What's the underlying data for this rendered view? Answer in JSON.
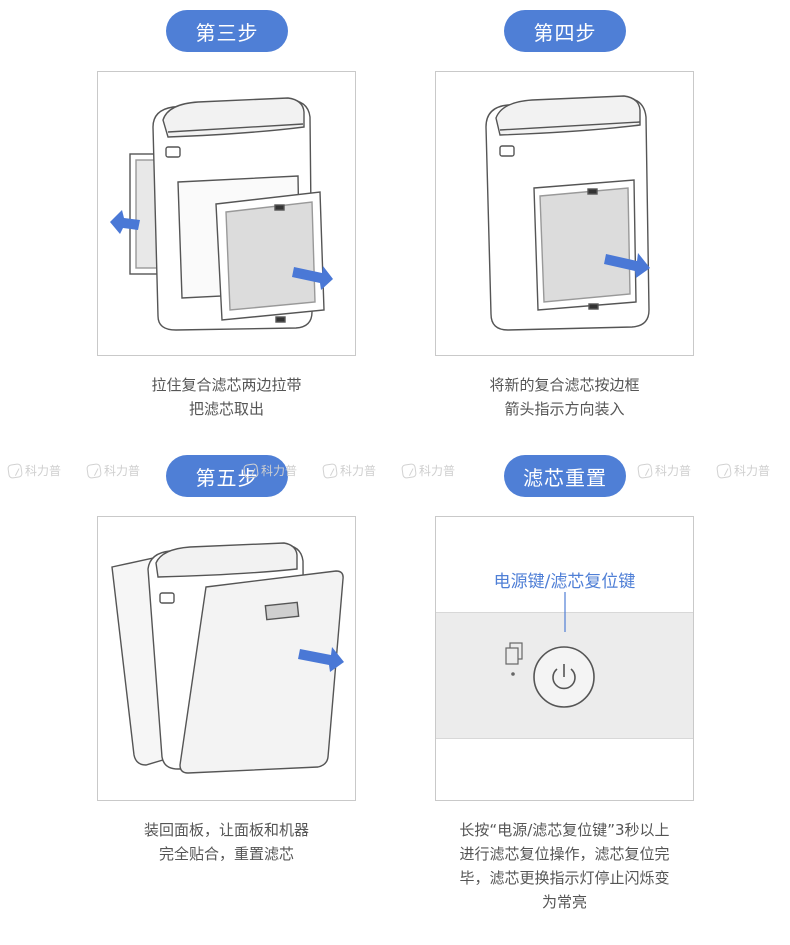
{
  "steps": [
    {
      "title": "第三步",
      "caption": [
        "拉住复合滤芯两边拉带",
        "把滤芯取出"
      ]
    },
    {
      "title": "第四步",
      "caption": [
        "将新的复合滤芯按边框",
        "箭头指示方向装入"
      ]
    },
    {
      "title": "第五步",
      "caption": [
        "装回面板，让面板和机器",
        "完全贴合，重置滤芯"
      ]
    },
    {
      "title": "滤芯重置",
      "caption": [
        "长按“电源/滤芯复位键”3秒以上",
        "进行滤芯复位操作，滤芯复位完",
        "毕，滤芯更换指示灯停止闪烁变",
        "为常亮"
      ]
    }
  ],
  "reset_panel": {
    "button_label": "电源键/滤芯复位键"
  },
  "watermark": {
    "text": "科力普"
  },
  "colors": {
    "accent": "#4f7fd6",
    "arrow": "#4a78d6",
    "line": "#555555"
  }
}
